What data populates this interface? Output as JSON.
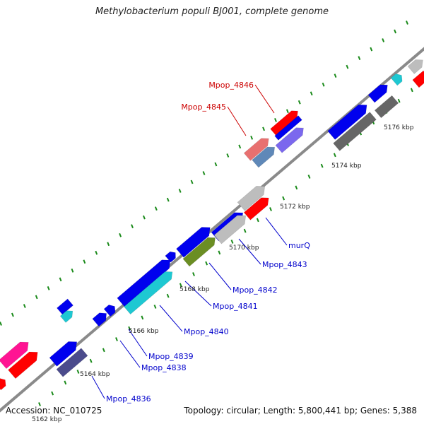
{
  "title": "Methylobacterium populi BJ001, complete genome",
  "accession": "Accession: NC_010725",
  "stats": "Topology: circular; Length: 5,800,441 bp; Genes: 5,388",
  "colors": {
    "backbone": "#8a8a8a",
    "dots": "#1a8a1a",
    "label_blue": "#0000cc",
    "label_red": "#cc0000",
    "tick_text": "#222222"
  },
  "ticks": [
    "5162 kbp",
    "5164 kbp",
    "5166 kbp",
    "5168 kbp",
    "5170 kbp",
    "5172 kbp",
    "5174 kbp",
    "5176 kbp"
  ],
  "gene_labels": [
    "Mpop_4836",
    "Mpop_4838",
    "Mpop_4839",
    "Mpop_4840",
    "Mpop_4841",
    "Mpop_4842",
    "Mpop_4843",
    "murQ",
    "Mpop_4845",
    "Mpop_4846"
  ],
  "features": [
    {
      "color": "#ff1493",
      "gene": null
    },
    {
      "color": "#ff0000",
      "gene": null
    },
    {
      "color": "#ff0000",
      "gene": null
    },
    {
      "color": "#0000ee",
      "gene": null
    },
    {
      "color": "#4b4b8c",
      "gene": "Mpop_4836"
    },
    {
      "color": "#0000ee",
      "gene": "Mpop_4838"
    },
    {
      "color": "#0000ee",
      "gene": "Mpop_4839"
    },
    {
      "color": "#0000ee",
      "gene": null
    },
    {
      "color": "#1ec8d2",
      "gene": "Mpop_4840"
    },
    {
      "color": "#0000ee",
      "gene": "Mpop_4841"
    },
    {
      "color": "#1ec8d2",
      "gene": "Mpop_4842"
    },
    {
      "color": "#0000ee",
      "gene": null
    },
    {
      "color": "#0000ee",
      "gene": null
    },
    {
      "color": "#6b8e23",
      "gene": "Mpop_4843"
    },
    {
      "color": "#0000ee",
      "gene": null
    },
    {
      "color": "#bdbdbd",
      "gene": "murQ"
    },
    {
      "color": "#bdbdbd",
      "gene": "Mpop_4845"
    },
    {
      "color": "#ff0000",
      "gene": null
    },
    {
      "color": "#e87070",
      "gene": "Mpop_4846"
    },
    {
      "color": "#5f88b8",
      "gene": null
    },
    {
      "color": "#ff0000",
      "gene": null
    },
    {
      "color": "#0000ee",
      "gene": null
    },
    {
      "color": "#7b68ee",
      "gene": null
    },
    {
      "color": "#0000ee",
      "gene": null
    },
    {
      "color": "#666666",
      "gene": null
    },
    {
      "color": "#0000ee",
      "gene": null
    },
    {
      "color": "#666666",
      "gene": null
    },
    {
      "color": "#1ec8d2",
      "gene": null
    },
    {
      "color": "#bdbdbd",
      "gene": null
    },
    {
      "color": "#ff0000",
      "gene": null
    }
  ]
}
